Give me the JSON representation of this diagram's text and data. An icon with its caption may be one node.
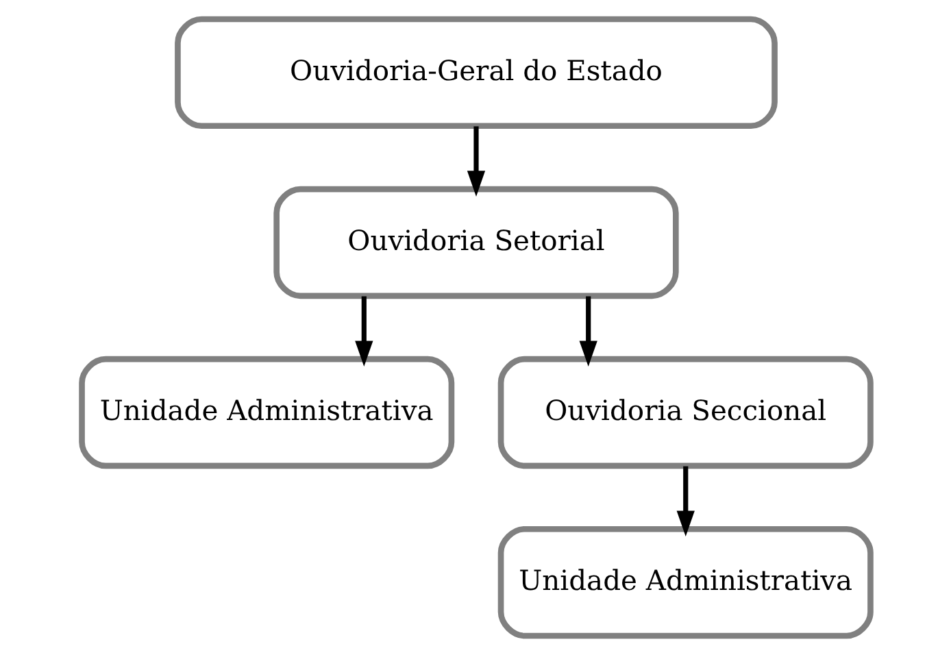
{
  "diagram": {
    "nodes": [
      {
        "text": [
          "Ouvidoria-Geral do Estado"
        ]
      },
      {
        "text": [
          "Ouvidoria Setorial"
        ]
      },
      {
        "text": [
          "Unidade Administrativa"
        ]
      },
      {
        "text": [
          "Ouvidoria Seccional"
        ]
      },
      {
        "text": [
          "Unidade Administrativa"
        ]
      }
    ],
    "edges": [
      {
        "from": 0,
        "to": 1,
        "arrow": "to"
      },
      {
        "from": 1,
        "to": 2,
        "arrow": "to"
      },
      {
        "from": 1,
        "to": 3,
        "arrow": "to"
      },
      {
        "from": 3,
        "to": 4,
        "arrow": "to"
      }
    ]
  }
}
